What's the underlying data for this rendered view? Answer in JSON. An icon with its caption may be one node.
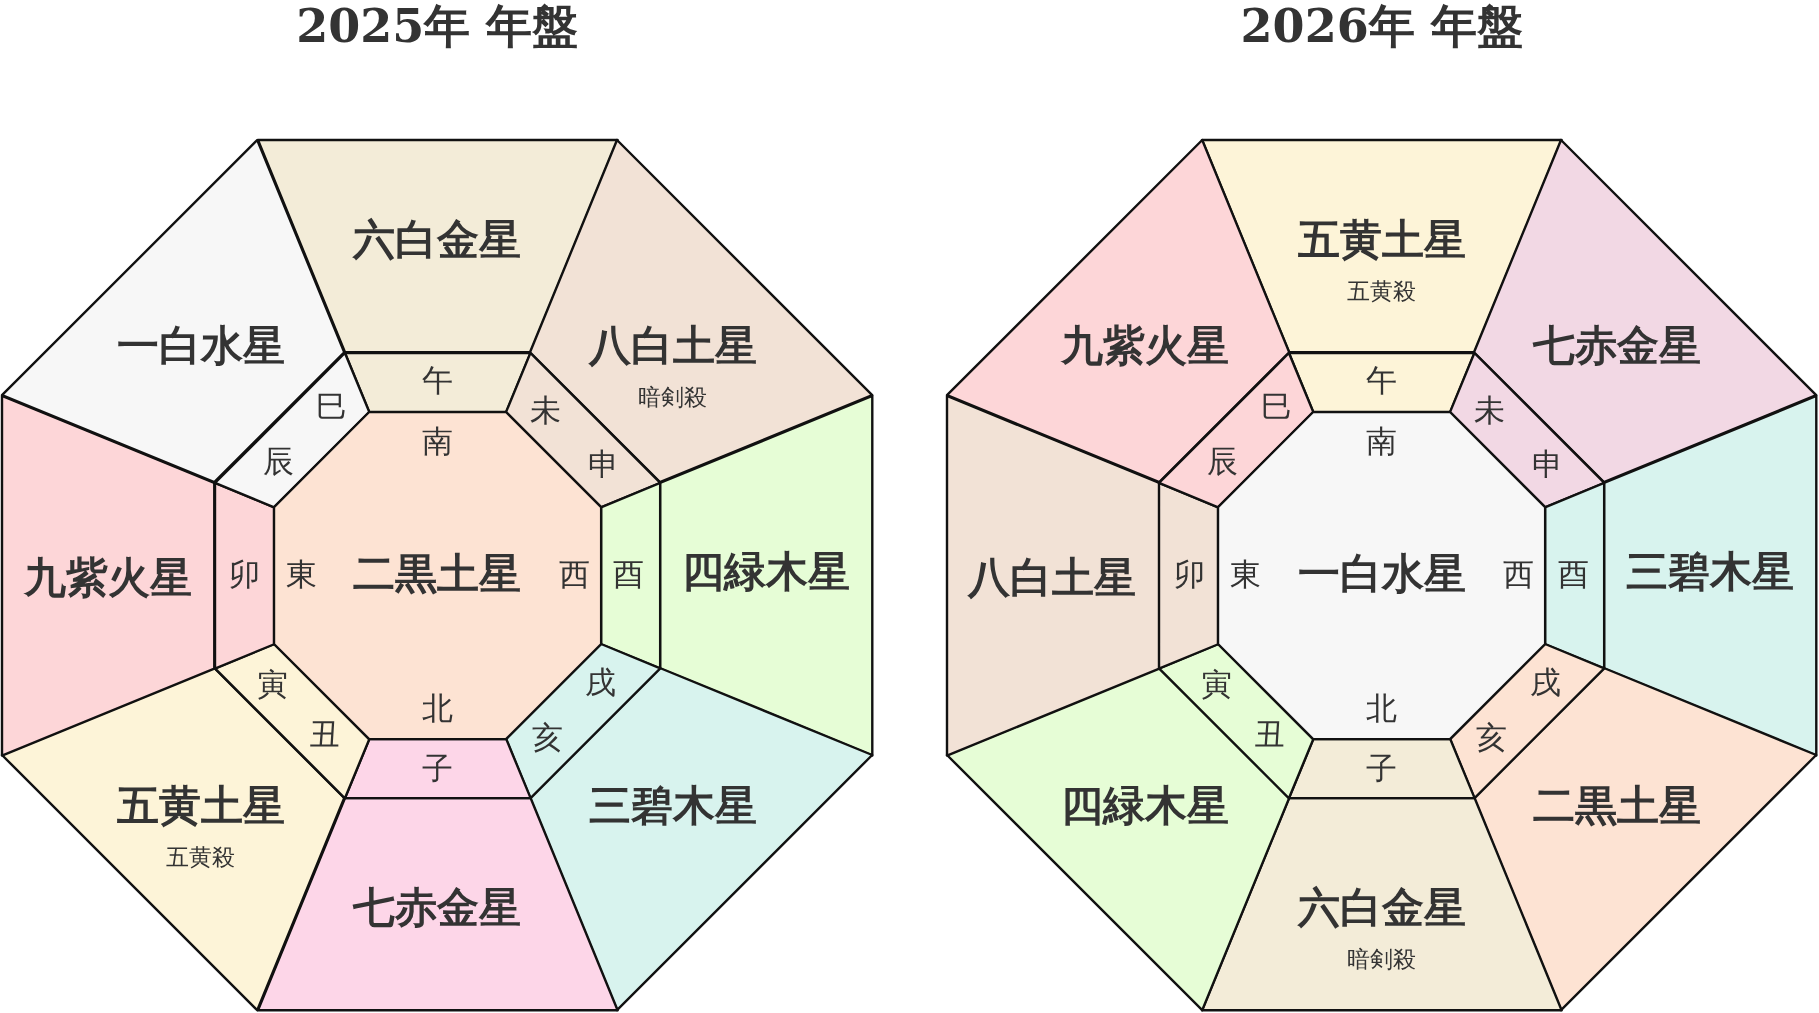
{
  "diagram": {
    "nodes": [
      {
        "text": [
          "六白金星"
        ]
      },
      {
        "text": [
          "八白土星",
          "暗剣殺"
        ]
      },
      {
        "text": [
          "四緑木星"
        ]
      },
      {
        "text": [
          "三碧木星"
        ]
      },
      {
        "text": [
          "七赤金星"
        ]
      },
      {
        "text": [
          "五黄土星",
          "五黄殺"
        ]
      },
      {
        "text": [
          "九紫火星"
        ]
      },
      {
        "text": [
          "一白水星"
        ]
      },
      {
        "text": [
          "午"
        ]
      },
      {
        "text": [
          "未",
          "申"
        ]
      },
      {
        "text": [
          "酉"
        ]
      },
      {
        "text": [
          "戌",
          "亥"
        ]
      },
      {
        "text": [
          "子"
        ]
      },
      {
        "text": [
          "寅",
          "丑"
        ]
      },
      {
        "text": [
          "卯"
        ]
      },
      {
        "text": [
          "巳",
          "辰"
        ]
      },
      {
        "text": [
          "南",
          "東",
          "二黒土星",
          "西",
          "北"
        ]
      },
      {
        "text": [
          "五黄土星",
          "五黄殺"
        ]
      },
      {
        "text": [
          "七赤金星"
        ]
      },
      {
        "text": [
          "三碧木星"
        ]
      },
      {
        "text": [
          "二黒土星"
        ]
      },
      {
        "text": [
          "六白金星",
          "暗剣殺"
        ]
      },
      {
        "text": [
          "四緑木星"
        ]
      },
      {
        "text": [
          "八白土星"
        ]
      },
      {
        "text": [
          "九紫火星"
        ]
      },
      {
        "text": [
          "午"
        ]
      },
      {
        "text": [
          "未",
          "申"
        ]
      },
      {
        "text": [
          "酉"
        ]
      },
      {
        "text": [
          "戌",
          "亥"
        ]
      },
      {
        "text": [
          "子"
        ]
      },
      {
        "text": [
          "寅",
          "丑"
        ]
      },
      {
        "text": [
          "卯"
        ]
      },
      {
        "text": [
          "巳",
          "辰"
        ]
      },
      {
        "text": [
          "南",
          "東",
          "一白水星",
          "西",
          "北"
        ]
      }
    ],
    "labels": [
      "2025年 年盤",
      "2026年 年盤"
    ]
  }
}
